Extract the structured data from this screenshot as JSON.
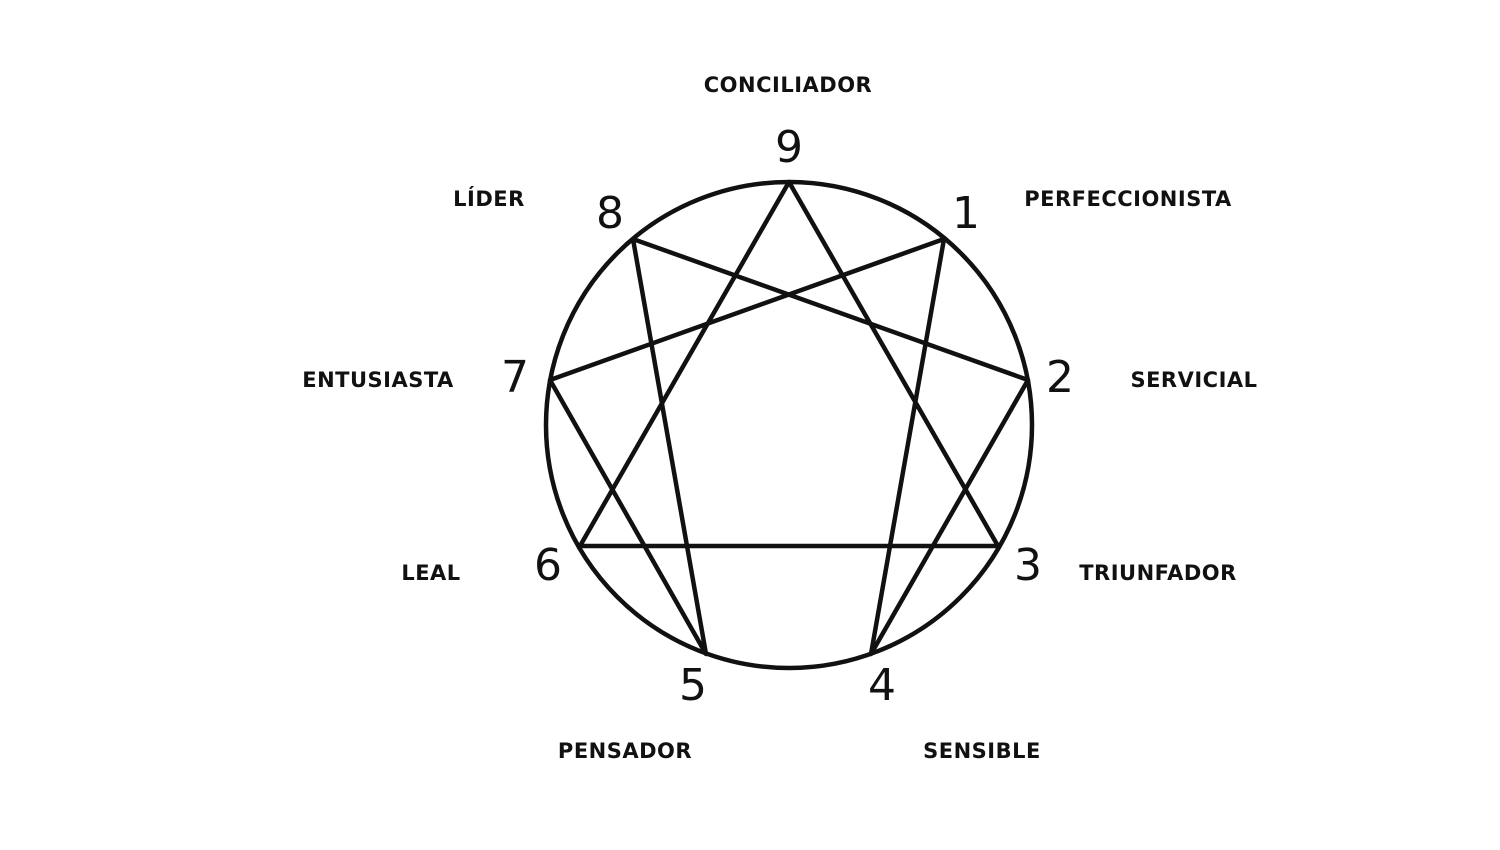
{
  "colors": {
    "background": "#ffffff",
    "ink": "#111111"
  },
  "enneagram": {
    "points": [
      {
        "number": "9",
        "label": "CONCILIADOR"
      },
      {
        "number": "1",
        "label": "PERFECCIONISTA"
      },
      {
        "number": "2",
        "label": "SERVICIAL"
      },
      {
        "number": "3",
        "label": "TRIUNFADOR"
      },
      {
        "number": "4",
        "label": "SENSIBLE"
      },
      {
        "number": "5",
        "label": "PENSADOR"
      },
      {
        "number": "6",
        "label": "LEAL"
      },
      {
        "number": "7",
        "label": "ENTUSIASTA"
      },
      {
        "number": "8",
        "label": "LÍDER"
      }
    ]
  }
}
